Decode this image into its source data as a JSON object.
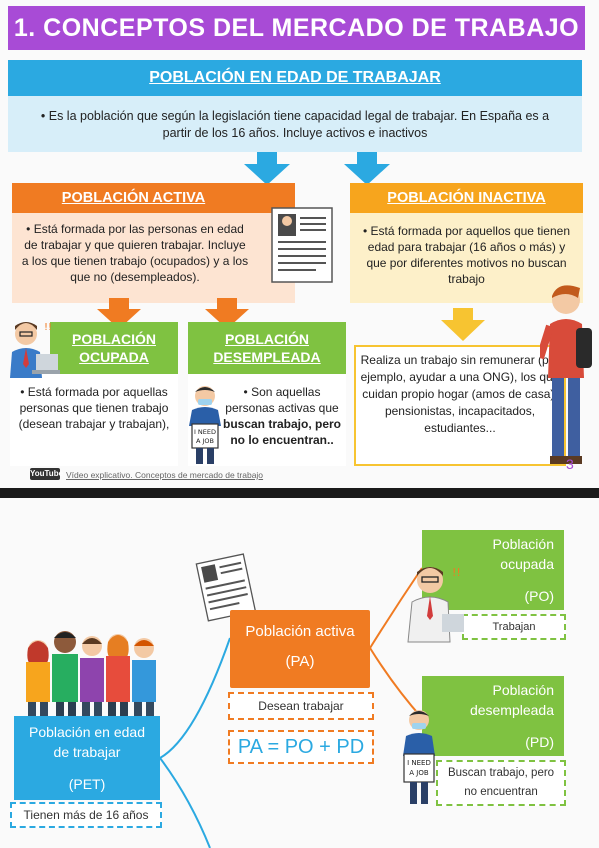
{
  "slide1": {
    "title": "1. CONCEPTOS DEL MERCADO DE TRABAJO",
    "pet": {
      "heading": "POBLACIÓN EN EDAD DE TRABAJAR",
      "text": "• Es la población que según la legislación tiene capacidad legal de trabajar. En España es a partir de los 16 años. Incluye activos e inactivos"
    },
    "activa": {
      "heading": "POBLACIÓN ACTIVA",
      "text": "• Está formada por las personas en edad de trabajar y que quieren trabajar. Incluye a los que tienen trabajo (ocupados) y a los que no (desempleados)."
    },
    "inactiva": {
      "heading": "POBLACIÓN INACTIVA",
      "text": "• Está formada por aquellos que tienen edad para trabajar (16 años o más) y que por diferentes motivos no buscan trabajo"
    },
    "ocupada": {
      "heading_line1": "POBLACIÓN",
      "heading_line2": "OCUPADA",
      "text": "• Está formada por aquellas personas que tienen trabajo (desean trabajar y trabajan),"
    },
    "desempleada": {
      "heading_line1": "POBLACIÓN",
      "heading_line2": "DESEMPLEADA",
      "text_plain": "• Son aquellas personas activas que ",
      "text_bold": "buscan trabajo, pero no lo encuentran.."
    },
    "inactiva_box": "Realiza un trabajo sin remunerar (por ejemplo, ayudar a una ONG), los que cuidan propio hogar (amos de casa), pensionistas, incapacitados, estudiantes...",
    "youtube_logo": "YouTube",
    "video_link": "Vídeo explicativo. Conceptos de mercado de trabajo",
    "page_number": "3",
    "sign_text": "I NEED A JOB"
  },
  "slide2": {
    "pa_line1": "Población activa",
    "pa_line2": "(PA)",
    "pa_note": "Desean trabajar",
    "equation": "PA = PO + PD",
    "pet_line1": "Población en edad",
    "pet_line2": "de trabajar",
    "pet_line3": "(PET)",
    "pet_note": "Tienen más de 16 años",
    "po_line1": "Población",
    "po_line2": "ocupada",
    "po_line3": "(PO)",
    "po_note": "Trabajan",
    "pd_line1": "Población",
    "pd_line2": "desempleada",
    "pd_line3": "(PD)",
    "pd_note_line1": "Buscan trabajo, pero",
    "pd_note_line2": "no encuentran",
    "sign_text": "I NEED A JOB"
  },
  "colors": {
    "title": "#a84bd6",
    "blue": "#2ba9e1",
    "orange": "#f07b22",
    "yellow": "#f7a51d",
    "green": "#7fc241"
  },
  "icons": [
    "arrow-down-icon",
    "resume-icon",
    "worker-icon",
    "job-seeker-icon",
    "student-icon",
    "crowd-icon"
  ]
}
